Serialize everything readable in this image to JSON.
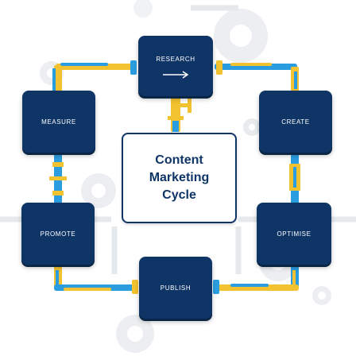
{
  "diagram": {
    "center_title_lines": [
      "Content",
      "Marketing",
      "Cycle"
    ],
    "stages": {
      "research": "RESEARCH",
      "create": "CREATE",
      "optimise": "OPTIMISE",
      "publish": "PUBLISH",
      "promote": "PROMOTE",
      "measure": "MEASURE"
    },
    "icons": [
      "right-arrow-icon",
      "gear-icon",
      "pipe-valve-icon"
    ],
    "colors": {
      "node_fill": "#0f3566",
      "pipe_blue": "#2a9de0",
      "pipe_yellow": "#f2c230",
      "gear_gray": "#e6e8eb"
    }
  }
}
